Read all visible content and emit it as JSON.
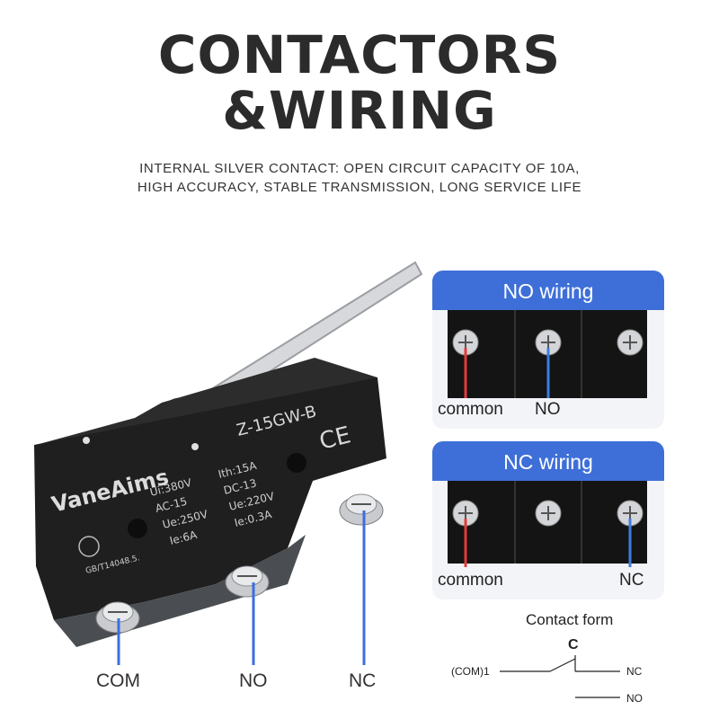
{
  "header": {
    "title_line1": "CONTACTORS",
    "title_line2": "&WIRING",
    "subtitle_line1": "INTERNAL SILVER CONTACT: OPEN CIRCUIT CAPACITY OF 10A,",
    "subtitle_line2": "HIGH ACCURACY, STABLE TRANSMISSION, LONG SERVICE LIFE"
  },
  "product": {
    "brand": "VaneAims",
    "model": "Z-15GW-B",
    "ce_mark": "CE",
    "specs_left": [
      "Ui:380V",
      "AC-15",
      "Ue:250V",
      "Ie:6A"
    ],
    "specs_right": [
      "Ith:15A",
      "DC-13",
      "Ue:220V",
      "Ie:0.3A"
    ],
    "standard": "GB/T14048.5.",
    "terminal_labels": {
      "com": "COM",
      "no": "NO",
      "nc": "NC"
    },
    "wire_color": "#3d6ee0"
  },
  "no_wiring": {
    "title": "NO wiring",
    "labels": {
      "common": "common",
      "target": "NO"
    },
    "common_wire_color": "#e23b3b",
    "target_wire_color": "#3d7ce0"
  },
  "nc_wiring": {
    "title": "NC wiring",
    "labels": {
      "common": "common",
      "target": "NC"
    },
    "common_wire_color": "#e23b3b",
    "target_wire_color": "#3d7ce0"
  },
  "contact_form": {
    "title": "Contact form",
    "c_label": "C",
    "com_label": "(COM)1",
    "nc_label": "NC",
    "no_label": "NO"
  },
  "colors": {
    "accent": "#3e6fd8",
    "panel_bg": "#f3f4f7",
    "text": "#2b2b2b"
  }
}
